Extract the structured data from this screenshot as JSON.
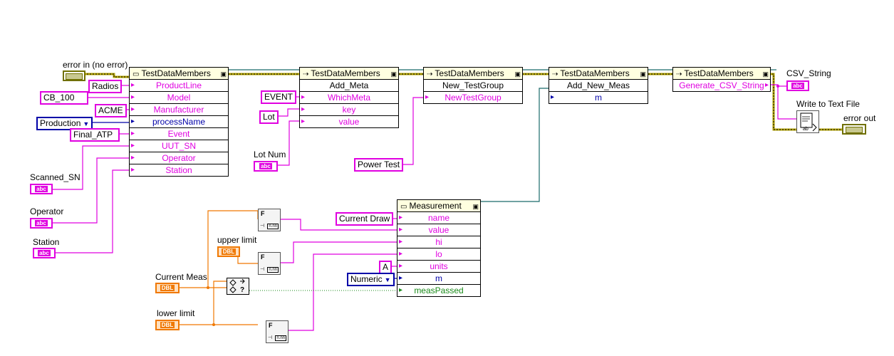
{
  "labels": {
    "error_in": "error in (no error)",
    "scanned_sn": "Scanned_SN",
    "operator": "Operator",
    "station": "Station",
    "lot_num": "Lot Num",
    "current_meas": "Current Meas",
    "lower_limit": "lower limit",
    "upper_limit": "upper limit",
    "csv_string": "CSV_String",
    "write_to_text_file": "Write to Text File",
    "error_out": "error out"
  },
  "terminals": {
    "str_text": "abc",
    "dbl_text": "DBL"
  },
  "constants": {
    "radios": "Radios",
    "cb100": "CB_100",
    "acme": "ACME",
    "production": "Production",
    "final_atp": "Final_ATP",
    "event": "EVENT",
    "lot": "Lot",
    "power_test": "Power Test",
    "current_draw": "Current Draw",
    "a": "A",
    "numeric": "Numeric"
  },
  "nodes": {
    "tdm1": {
      "title": "TestDataMembers",
      "rows": [
        "ProductLine",
        "Model",
        "Manufacturer",
        "processName",
        "Event",
        "UUT_SN",
        "Operator",
        "Station"
      ]
    },
    "tdm2": {
      "title": "TestDataMembers",
      "method": "Add_Meta",
      "rows": [
        "WhichMeta",
        "key",
        "value"
      ]
    },
    "tdm3": {
      "title": "TestDataMembers",
      "method": "New_TestGroup",
      "rows": [
        "NewTestGroup"
      ]
    },
    "tdm4": {
      "title": "TestDataMembers",
      "method": "Add_New_Meas",
      "rows": [
        "m"
      ]
    },
    "tdm5": {
      "title": "TestDataMembers",
      "method": "Generate_CSV_String"
    },
    "meas": {
      "title": "Measurement",
      "rows": [
        "name",
        "value",
        "hi",
        "lo",
        "units",
        "m",
        "measPassed"
      ]
    }
  },
  "colors": {
    "string_wire": "#e000e0",
    "double_wire": "#f07800",
    "enum_wire": "#0000a8",
    "class_wire": "#1a6a6a",
    "error_wire": "#707000",
    "boolean_wire": "#1a8a1a"
  },
  "icons": [
    "class-icon",
    "invoke-node-icon",
    "format-value-icon",
    "select-icon",
    "write-to-text-file-icon"
  ]
}
